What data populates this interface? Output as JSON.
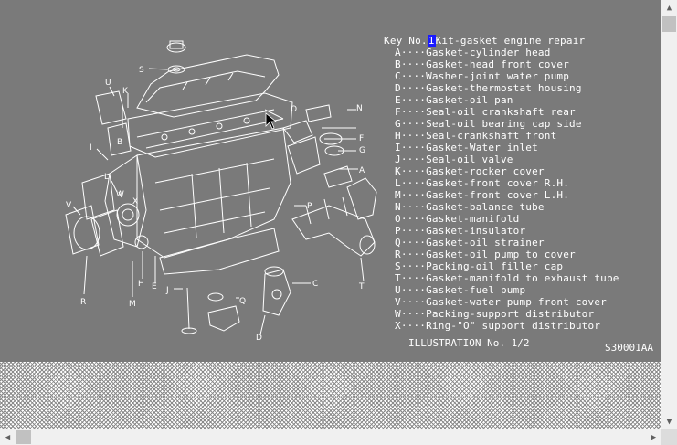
{
  "legend": {
    "title_prefix": "Key No.",
    "title_cursor": "1",
    "title_text": "Kit-gasket engine repair",
    "items": [
      "A····Gasket-cylinder head",
      "B····Gasket-head front cover",
      "C····Washer-joint water pump",
      "D····Gasket-thermostat housing",
      "E····Gasket-oil pan",
      "F····Seal-oil crankshaft rear",
      "G····Seal-oil bearing cap side",
      "H····Seal-crankshaft front",
      "I····Gasket-Water inlet",
      "J····Seal-oil valve",
      "K····Gasket-rocker cover",
      "L····Gasket-front cover R.H.",
      "M····Gasket-front cover L.H.",
      "N····Gasket-balance tube",
      "O····Gasket-manifold",
      "P····Gasket-insulator",
      "Q····Gasket-oil strainer",
      "R····Gasket-oil pump to cover",
      "S····Packing-oil filler cap",
      "T····Gasket-manifold to exhaust tube",
      "U····Gasket-fuel pump",
      "V····Gasket-water pump front cover",
      "W····Packing-support distributor",
      "X····Ring-\"O\" support distributor"
    ]
  },
  "caption": "ILLUSTRATION No. 1/2",
  "ref_code": "S30001AA",
  "callouts": [
    "S",
    "U",
    "K",
    "I",
    "B",
    "L",
    "W",
    "X",
    "V",
    "R",
    "M",
    "H",
    "E",
    "J",
    "Q",
    "D",
    "C",
    "T",
    "P",
    "F",
    "G",
    "O",
    "N",
    "A"
  ],
  "colors": {
    "illustration_bg": "#7a7a7a",
    "line": "#ffffff",
    "cursor": "#1a1aff"
  },
  "scrollbars": {
    "up_arrow": "up-arrow",
    "down_arrow": "down-arrow",
    "left_arrow": "left-arrow",
    "right_arrow": "right-arrow"
  }
}
